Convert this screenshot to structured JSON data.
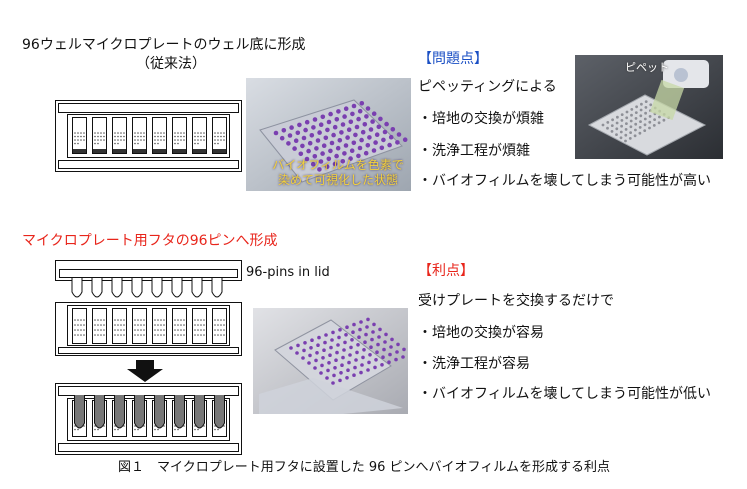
{
  "top": {
    "title_line1": "96ウェルマイクロプレートのウェル底に形成",
    "title_line2": "（従来法）",
    "photo_caption_line1": "バイオフィルムを色素で",
    "photo_caption_line2": "染めて可視化した状態",
    "problems_heading": "【問題点】",
    "problems_intro": "ピペッティングによる",
    "problems": [
      "・培地の交換が煩雑",
      "・洗浄工程が煩雑",
      "・バイオフィルムを壊してしまう可能性が高い"
    ],
    "pipette_label": "ピペット"
  },
  "bottom": {
    "title": "マイクロプレート用フタの96ピンへ形成",
    "lid_label": "96-pins in lid",
    "advantages_heading": "【利点】",
    "advantages_intro": "受けプレートを交換するだけで",
    "advantages": [
      "・培地の交換が容易",
      "・洗浄工程が容易",
      "・バイオフィルムを壊してしまう可能性が低い"
    ]
  },
  "figure_caption": "図１　マイクロプレート用フタに設置した 96 ピンへバイオフィルムを形成する利点",
  "colors": {
    "accent_red": "#e8251b",
    "biofilm_purple": "#7a3fb0",
    "overlay_yellow": "#f3d23c"
  }
}
